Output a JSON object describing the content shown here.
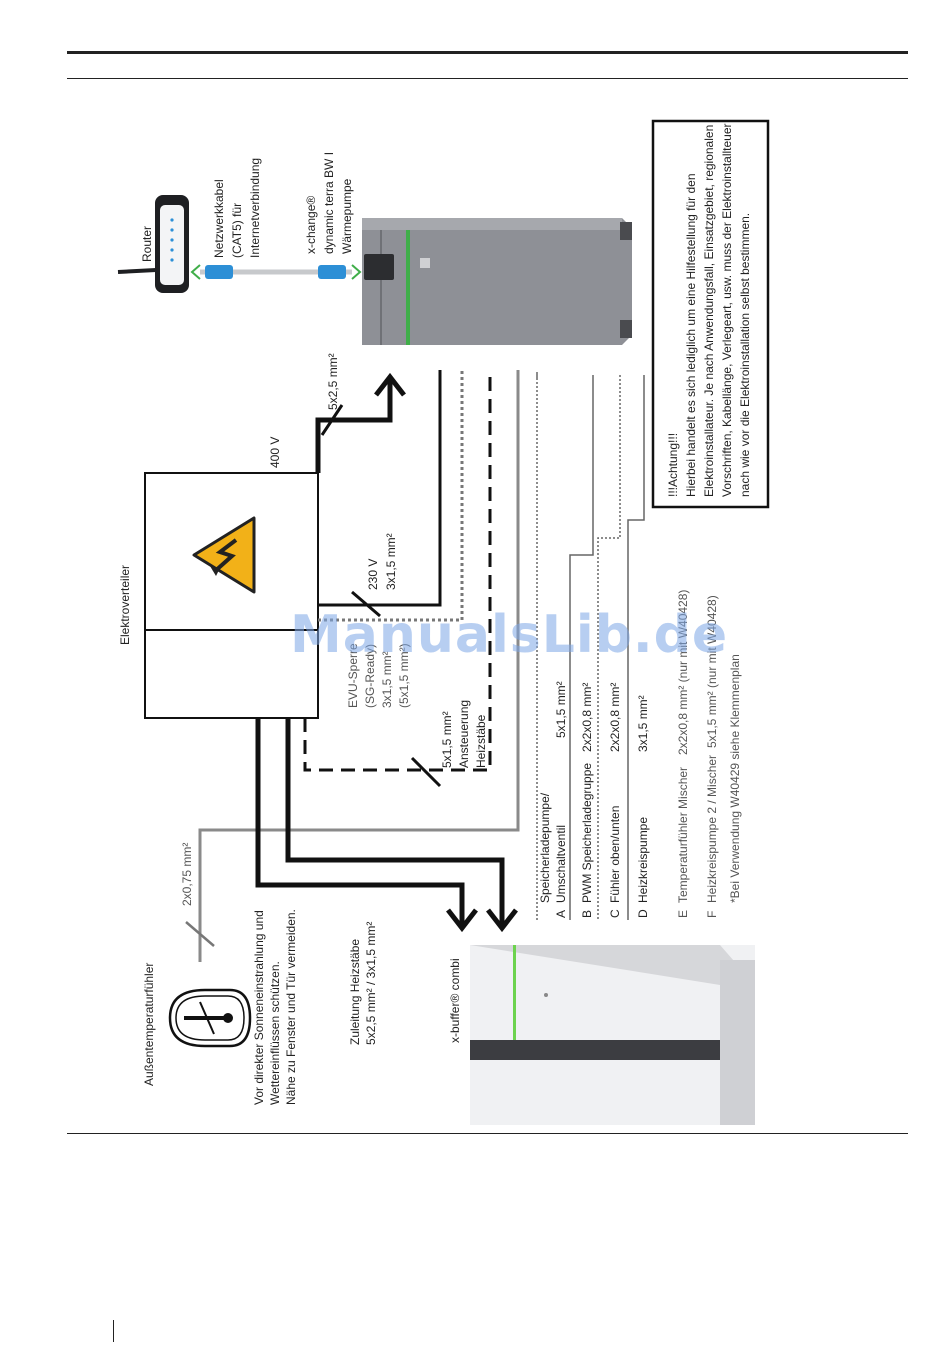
{
  "labels": {
    "router": "Router",
    "network_cable": [
      "Netzwerkkabel",
      "(CAT5) für",
      "Internetverbindung"
    ],
    "heatpump": [
      "x-change®",
      "dynamic terra BW I",
      "Wärmepumpe"
    ],
    "distributor": "Elektroverteiler",
    "voltage_400": "400 V",
    "cable_5x25": "5x2,5 mm²",
    "voltage_230": [
      "230 V",
      "3x1,5 mm²"
    ],
    "evu": [
      "EVU-Sperre",
      "(SG-Ready)",
      "3x1,5 mm²",
      "(5x1,5 mm²)"
    ],
    "heizstab_ctrl": [
      "5x1,5 mm²",
      "Ansteuerung",
      "Heizstäbe"
    ],
    "outdoor_sensor": "Außentemperaturfühler",
    "sensor_cable": "2x0,75 mm²",
    "sensor_note": [
      "Vor direkter Sonneneinstrahlung und",
      "Wettereinflüssen schützen.",
      "Nähe zu Fenster und Tür vermeiden."
    ],
    "heizstab_supply": [
      "Zuleitung Heizstäbe",
      "5x2,5 mm² / 3x1,5 mm²"
    ],
    "buffer": "x-buffer® combi",
    "warning": [
      "!!!Achtung!!!",
      "Hierbei handelt es sich lediglich um eine Hilfestellung für den",
      "Elektroinstallateur. Je nach Anwendungsfall, Einsatzgebiet, regionalen",
      "Vorschriften, Kabellänge, Verlegeart, usw. muss der Elektroinstallteuer",
      "nach wie vor die Elektroinstallation selbst bestimmen."
    ],
    "watermark": "ManualsLib.de"
  },
  "legend": [
    {
      "letter": "A",
      "name_lines": [
        "Speicherladepumpe/",
        "Umschaltventil"
      ],
      "spec": "5x1,5 mm²"
    },
    {
      "letter": "B",
      "name_lines": [
        "PWM Speicherladegruppe"
      ],
      "spec": "2x2x0,8 mm²"
    },
    {
      "letter": "C",
      "name_lines": [
        "Fühler oben/unten"
      ],
      "spec": "2x2x0,8 mm²"
    },
    {
      "letter": "D",
      "name_lines": [
        "Heizkreispumpe"
      ],
      "spec": "3x1,5 mm²"
    },
    {
      "letter": "E",
      "name_lines": [
        "Temperaturfühler Mischer"
      ],
      "spec": "2x2x0,8 mm² (nur mit W40428)"
    },
    {
      "letter": "F",
      "name_lines": [
        "Heizkreispumpe 2 / Mischer"
      ],
      "spec": "5x1,5 mm² (nur mit W40428)"
    }
  ],
  "footnote": "*Bei Verwendung W40429 siehe Klemmenplan",
  "colors": {
    "warning_yellow": "#f2b118",
    "connector_green": "#3fae49",
    "connector_blue": "#2d8fd6",
    "unit_gray": "#8e9096",
    "watermark_blue": "#7ea7e6"
  },
  "icons": [
    "warning-icon",
    "router-icon",
    "thermometer-icon"
  ]
}
